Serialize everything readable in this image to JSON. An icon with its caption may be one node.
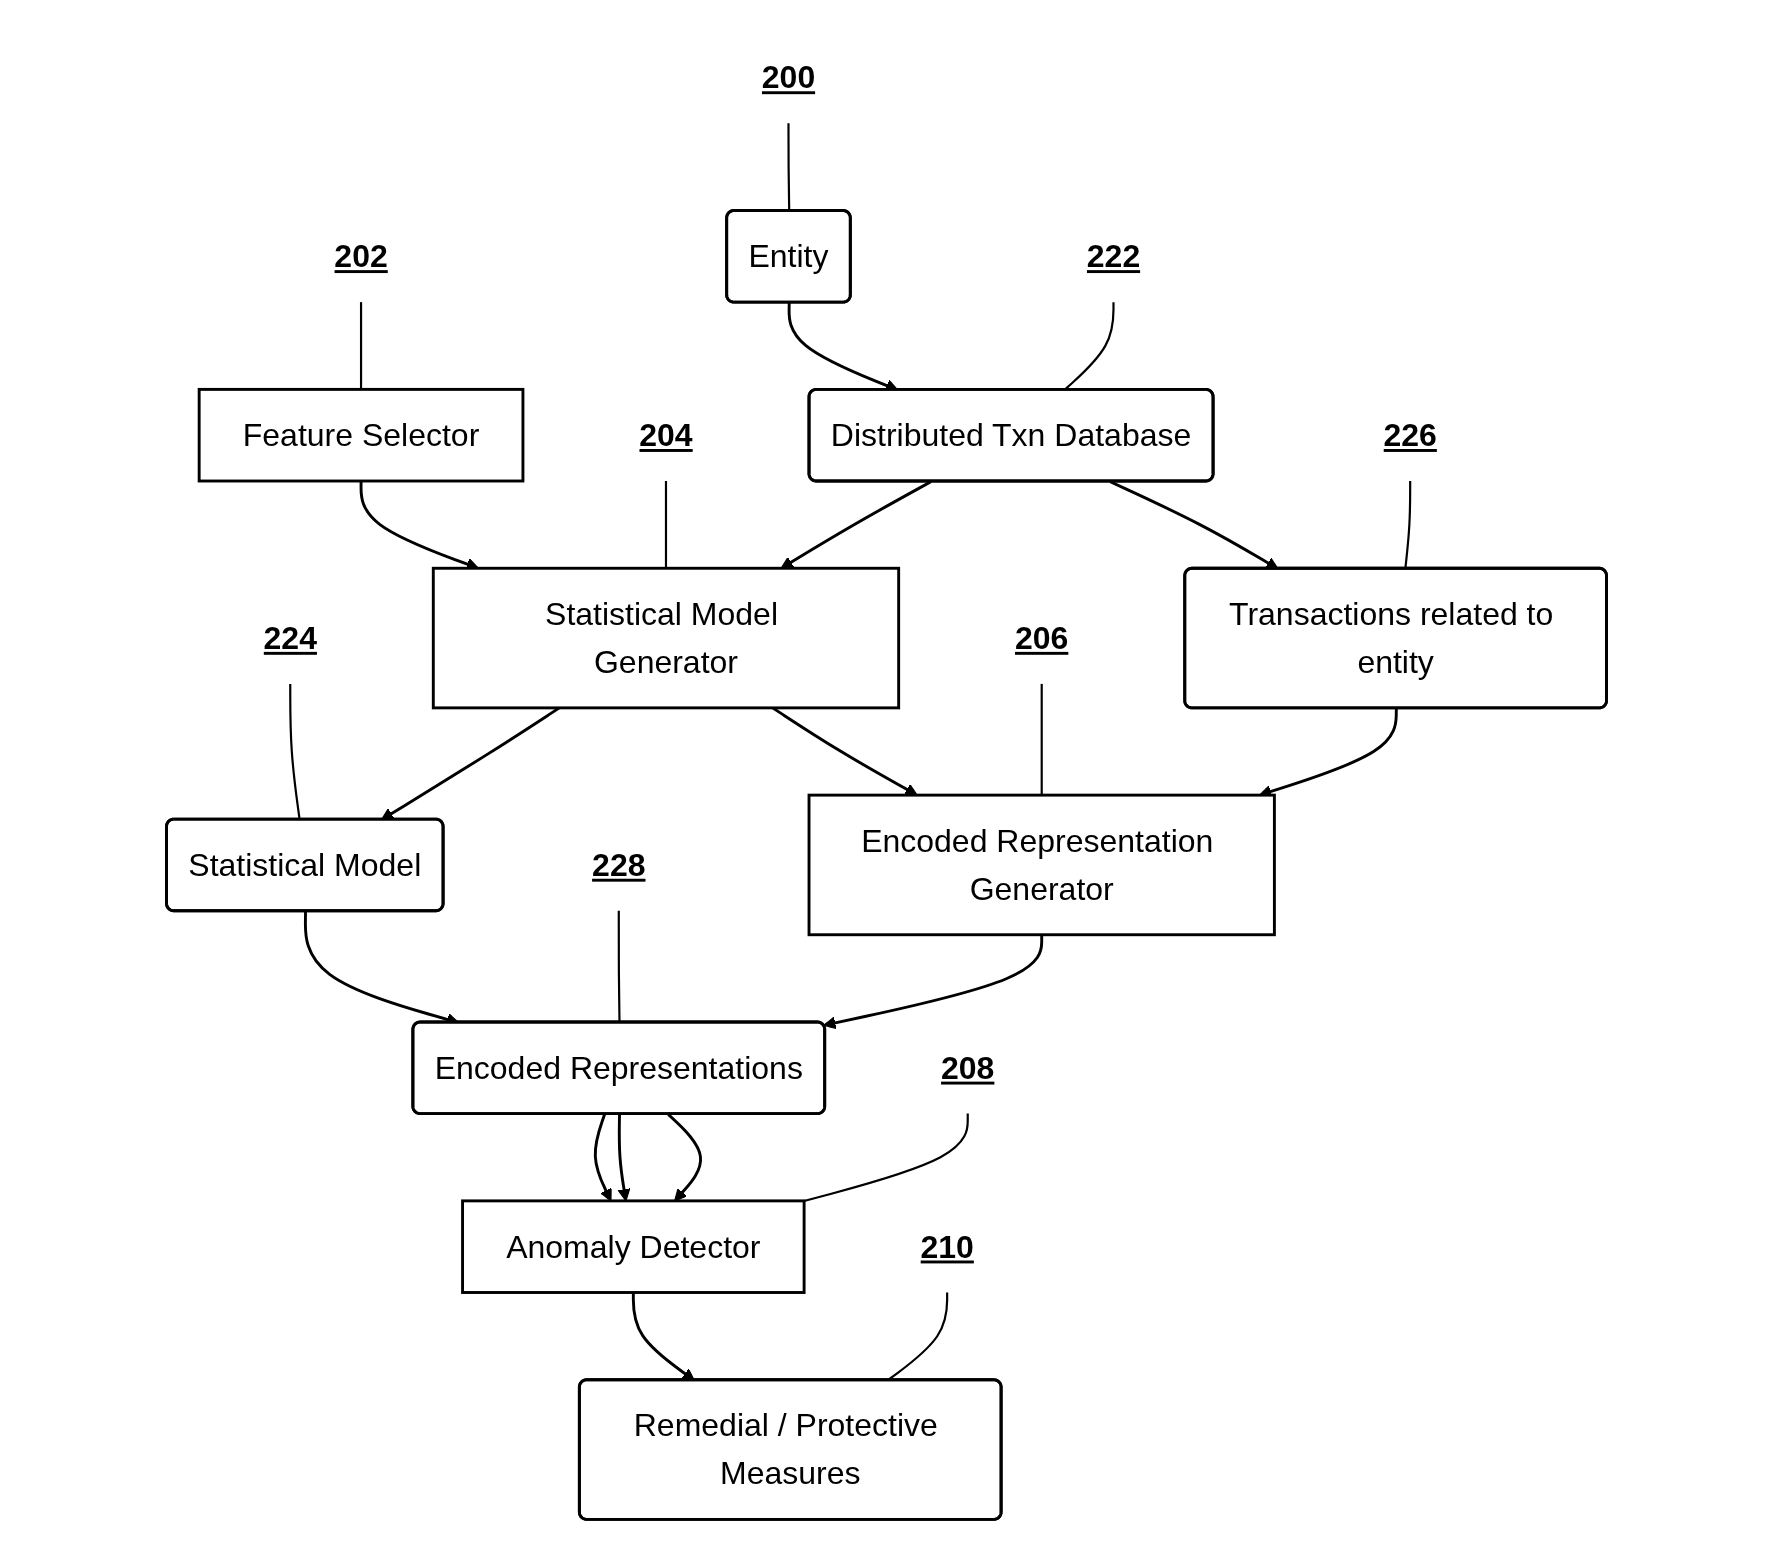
{
  "diagram": {
    "nodes": [
      {
        "text": [
          "Feature Selector"
        ]
      },
      {
        "text": [
          "202"
        ]
      },
      {
        "text": [
          "200"
        ]
      },
      {
        "text": [
          "Entity"
        ]
      },
      {
        "text": [
          "204"
        ]
      },
      {
        "text": [
          "224"
        ]
      },
      {
        "text": [
          "222"
        ]
      },
      {
        "text": [
          "Distributed Txn Database"
        ]
      },
      {
        "text": [
          "Statistical Model Generator"
        ]
      },
      {
        "text": [
          "Statistical Model"
        ]
      },
      {
        "text": [
          "206"
        ]
      },
      {
        "text": [
          "228"
        ]
      },
      {
        "text": [
          "226"
        ]
      },
      {
        "text": [
          "Transactions related to entity"
        ]
      },
      {
        "text": [
          "Encoded Representation Generator"
        ]
      },
      {
        "text": [
          "Encoded Representations"
        ]
      },
      {
        "text": [
          "208"
        ]
      },
      {
        "text": [
          "Anomaly Detector"
        ]
      },
      {
        "text": [
          "210"
        ]
      },
      {
        "text": [
          "Remedial / Protective Measures"
        ]
      }
    ],
    "edges": [
      {
        "from": 3,
        "to": 7,
        "arrow": "to"
      },
      {
        "from": 0,
        "to": 8,
        "arrow": "to"
      },
      {
        "from": 7,
        "to": 8,
        "arrow": "to"
      },
      {
        "from": 8,
        "to": 9,
        "arrow": "to"
      },
      {
        "from": 7,
        "to": 13,
        "arrow": "to"
      },
      {
        "from": 8,
        "to": 14,
        "arrow": "to"
      },
      {
        "from": 13,
        "to": 14,
        "arrow": "to"
      },
      {
        "from": 14,
        "to": 15,
        "arrow": "to"
      },
      {
        "from": 9,
        "to": 15,
        "arrow": "to"
      },
      {
        "from": 15,
        "to": 17,
        "arrow": "to"
      },
      {
        "from": 15,
        "to": 17,
        "arrow": "to"
      },
      {
        "from": 15,
        "to": 17,
        "arrow": "to"
      },
      {
        "from": 17,
        "to": 19,
        "arrow": "to"
      },
      {
        "from": 1,
        "to": 0,
        "arrow": "none"
      },
      {
        "from": 2,
        "to": 3,
        "arrow": "none"
      },
      {
        "from": 4,
        "to": 8,
        "arrow": "none"
      },
      {
        "from": 5,
        "to": 9,
        "arrow": "none"
      },
      {
        "from": 6,
        "to": 7,
        "arrow": "none"
      },
      {
        "from": 10,
        "to": 14,
        "arrow": "none"
      },
      {
        "from": 11,
        "to": 15,
        "arrow": "none"
      },
      {
        "from": 12,
        "to": 13,
        "arrow": "none"
      },
      {
        "from": 16,
        "to": 17,
        "arrow": "none"
      },
      {
        "from": 18,
        "to": 19,
        "arrow": "none"
      }
    ]
  }
}
